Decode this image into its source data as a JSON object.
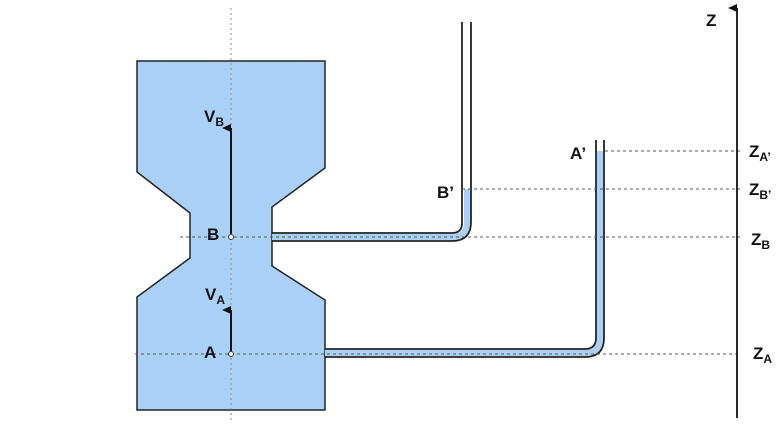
{
  "colors": {
    "fluid": "#a9d1f7",
    "outline": "#222222",
    "guide": "#555555",
    "background": "#ffffff"
  },
  "labels": {
    "vb": {
      "main": "V",
      "sub": "B"
    },
    "va": {
      "main": "V",
      "sub": "A"
    },
    "b": {
      "main": "B"
    },
    "a": {
      "main": "A"
    },
    "bp": {
      "main": "B’"
    },
    "ap": {
      "main": "A’"
    },
    "z": {
      "main": "Z"
    },
    "zap": {
      "main": "Z",
      "sub": "A’"
    },
    "zbp": {
      "main": "Z",
      "sub": "B’"
    },
    "zb": {
      "main": "Z",
      "sub": "B"
    },
    "za": {
      "main": "Z",
      "sub": "A"
    }
  }
}
